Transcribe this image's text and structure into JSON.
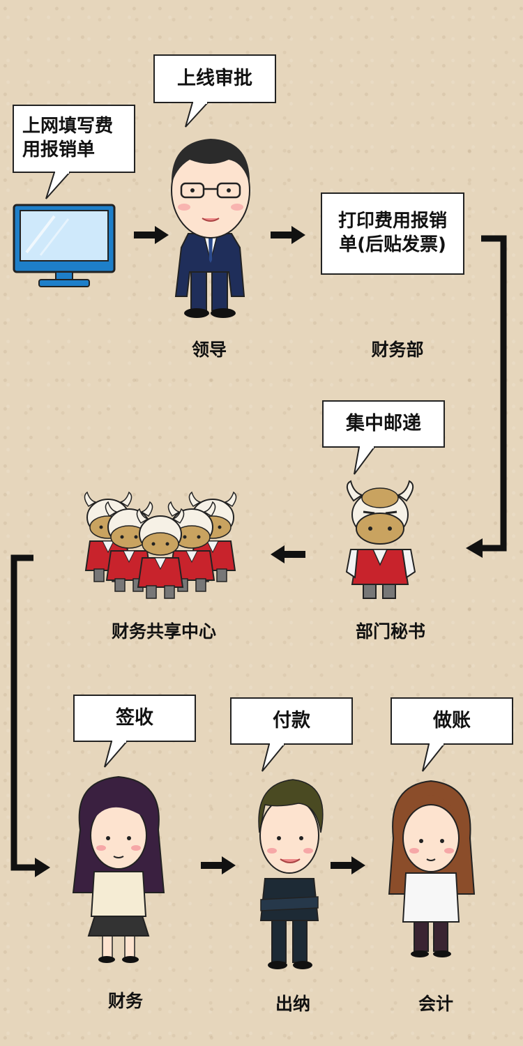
{
  "bubbles": {
    "fill_form": "上网填写费用报销单",
    "approve": "上线审批",
    "print": "打印费用报销单(后贴发票)",
    "mail": "集中邮递",
    "sign": "签收",
    "pay": "付款",
    "book": "做账"
  },
  "labels": {
    "leader": "领导",
    "finance_dept": "财务部",
    "secretary": "部门秘书",
    "shared_center": "财务共享中心",
    "finance": "财务",
    "cashier": "出纳",
    "accountant": "会计"
  },
  "colors": {
    "background": "#e6d6bc",
    "arrow": "#111111",
    "monitor_frame": "#1e7fc9",
    "monitor_screen": "#cfe9fb",
    "suit": "#1f2e5a",
    "vest_red": "#c8232c",
    "bull_tan": "#c9a360"
  },
  "icons": [
    "computer-monitor-icon",
    "leader-figure",
    "bull-secretary-figure",
    "bull-group-figure",
    "finance-woman-figure",
    "cashier-figure",
    "accountant-figure"
  ]
}
